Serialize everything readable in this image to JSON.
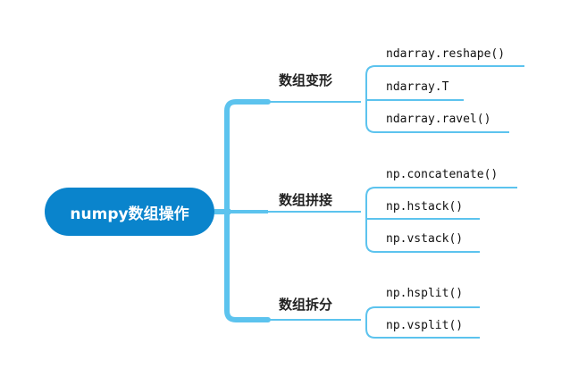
{
  "root": {
    "label": "numpy数组操作"
  },
  "branches": [
    {
      "label": "数组变形",
      "leaves": [
        "ndarray.reshape()",
        "ndarray.T",
        "ndarray.ravel()"
      ]
    },
    {
      "label": "数组拼接",
      "leaves": [
        "np.concatenate()",
        "np.hstack()",
        "np.vstack()"
      ]
    },
    {
      "label": "数组拆分",
      "leaves": [
        "np.hsplit()",
        "np.vsplit()"
      ]
    }
  ],
  "colors": {
    "root_fill": "#0a84cc",
    "connector": "#5cc3ee"
  }
}
